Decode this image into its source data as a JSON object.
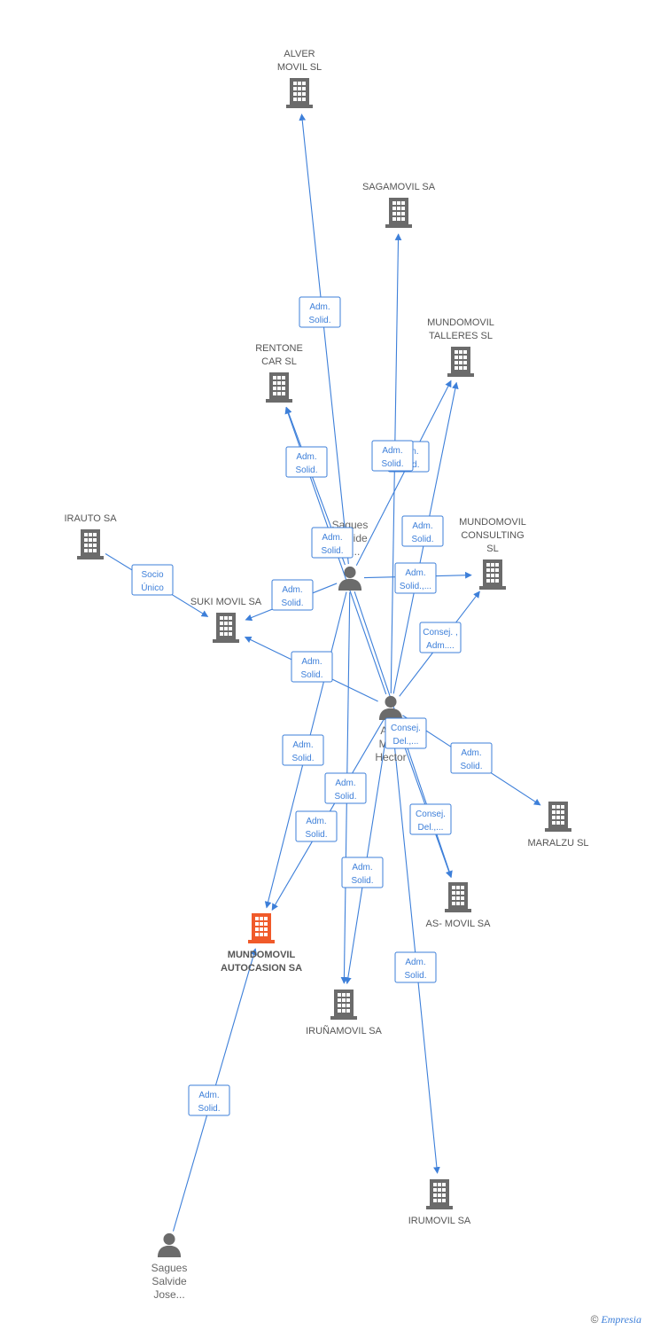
{
  "colors": {
    "edge": "#3d7fd9",
    "company": "#6b6b6b",
    "main_company": "#f05a2a",
    "person": "#6b6b6b"
  },
  "nodes": [
    {
      "id": "alver",
      "kind": "company",
      "lines": [
        "ALVER",
        "MOVIL  SL"
      ]
    },
    {
      "id": "sagamovil",
      "kind": "company",
      "lines": [
        "SAGAMOVIL SA"
      ]
    },
    {
      "id": "mm_talleres",
      "kind": "company",
      "lines": [
        "MUNDOMOVIL",
        "TALLERES  SL"
      ]
    },
    {
      "id": "rentone",
      "kind": "company",
      "lines": [
        "RENTONE",
        "CAR SL"
      ]
    },
    {
      "id": "irauto",
      "kind": "company",
      "lines": [
        "IRAUTO SA"
      ]
    },
    {
      "id": "mm_consulting",
      "kind": "company",
      "lines": [
        "MUNDOMOVIL",
        "CONSULTING",
        "SL"
      ]
    },
    {
      "id": "suki",
      "kind": "company",
      "lines": [
        "SUKI MOVIL SA"
      ]
    },
    {
      "id": "maralzu",
      "kind": "company",
      "lines": [
        "MARALZU SL"
      ]
    },
    {
      "id": "asmovil",
      "kind": "company",
      "lines": [
        "AS- MOVIL SA"
      ]
    },
    {
      "id": "mm_autocasion",
      "kind": "main",
      "lines": [
        "MUNDOMOVIL",
        "AUTOCASION SA"
      ]
    },
    {
      "id": "irunamovil",
      "kind": "company",
      "lines": [
        "IRUÑAMOVIL SA"
      ]
    },
    {
      "id": "irumovil",
      "kind": "company",
      "lines": [
        "IRUMOVIL SA"
      ]
    },
    {
      "id": "sagues_a",
      "kind": "person",
      "lines": [
        "Sagues",
        "Salvide",
        "Ja..."
      ]
    },
    {
      "id": "alzu",
      "kind": "person",
      "lines": [
        "Alzu",
        "Ma...",
        "Hector"
      ]
    },
    {
      "id": "sagues_jose",
      "kind": "person",
      "lines": [
        "Sagues",
        "Salvide",
        "Jose..."
      ]
    }
  ],
  "edges": [
    {
      "from": "sagues_a",
      "to": "alver",
      "label": [
        "Adm.",
        "Solid."
      ]
    },
    {
      "from": "sagues_a",
      "to": "rentone",
      "label": [
        "Adm.",
        "Solid."
      ]
    },
    {
      "from": "sagues_a",
      "to": "mm_talleres",
      "label": [
        "Adm.",
        "Solid."
      ]
    },
    {
      "from": "sagues_a",
      "to": "suki",
      "label": [
        "Adm.",
        "Solid."
      ]
    },
    {
      "from": "sagues_a",
      "to": "mm_consulting",
      "label": [
        "Adm.",
        "Solid.,..."
      ]
    },
    {
      "from": "sagues_a",
      "to": "mm_autocasion",
      "label": [
        "Adm.",
        "Solid."
      ]
    },
    {
      "from": "sagues_a",
      "to": "irunamovil",
      "label": [
        "Adm.",
        "Solid."
      ]
    },
    {
      "from": "sagues_a",
      "to": "asmovil",
      "label": [
        "Consej.",
        "Del.,..."
      ]
    },
    {
      "from": "alzu",
      "to": "sagamovil",
      "label": [
        "Adm.",
        "Solid."
      ]
    },
    {
      "from": "alzu",
      "to": "mm_talleres",
      "label": [
        "Adm.",
        "Solid."
      ]
    },
    {
      "from": "alzu",
      "to": "rentone",
      "label": [
        "Adm.",
        "Solid."
      ]
    },
    {
      "from": "alzu",
      "to": "mm_consulting",
      "label": [
        "Consej. ,",
        "Adm...."
      ]
    },
    {
      "from": "alzu",
      "to": "suki",
      "label": [
        "Adm.",
        "Solid."
      ]
    },
    {
      "from": "alzu",
      "to": "maralzu",
      "label": [
        "Adm.",
        "Solid."
      ]
    },
    {
      "from": "alzu",
      "to": "asmovil",
      "label": [
        "Consej.",
        "Del.,..."
      ]
    },
    {
      "from": "alzu",
      "to": "mm_autocasion",
      "label": [
        "Adm.",
        "Solid."
      ]
    },
    {
      "from": "alzu",
      "to": "irunamovil",
      "label": [
        "Adm.",
        "Solid."
      ]
    },
    {
      "from": "alzu",
      "to": "irumovil",
      "label": [
        "Adm.",
        "Solid."
      ]
    },
    {
      "from": "irauto",
      "to": "suki",
      "label": [
        "Socio",
        "Único"
      ]
    },
    {
      "from": "sagues_jose",
      "to": "mm_autocasion",
      "label": [
        "Adm.",
        "Solid."
      ]
    }
  ],
  "footer": {
    "copyright": "©",
    "brand": "Empresia"
  }
}
